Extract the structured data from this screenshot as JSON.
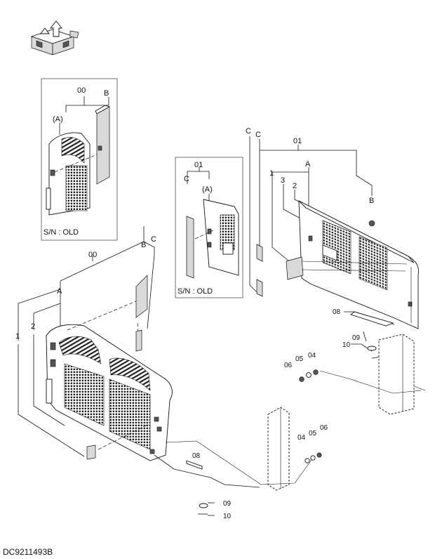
{
  "labels": {
    "inset_old_left": {
      "assembly": "00",
      "grille": "B",
      "panel": "(A)",
      "note": "S/N : OLD"
    },
    "inset_old_right": {
      "assembly": "01",
      "bracket": "C",
      "panel": "(A)",
      "note": "S/N : OLD"
    },
    "main_front": {
      "assembly": "00",
      "panel": "A",
      "grille": "B",
      "bracket": "C",
      "p1": "1",
      "p2": "2",
      "p8": "08",
      "p4": "04",
      "p5": "05",
      "p6": "06",
      "p9": "09",
      "p10": "10"
    },
    "main_rear": {
      "c1": "C",
      "c2": "C",
      "assembly": "01",
      "panel": "A",
      "p1": "1",
      "p3": "3",
      "p2": "2",
      "grille": "B",
      "p8": "08",
      "p9": "09",
      "p10": "10",
      "p6": "06",
      "p5": "05",
      "p4": "04"
    }
  },
  "drawing_code": "DC9211493B"
}
